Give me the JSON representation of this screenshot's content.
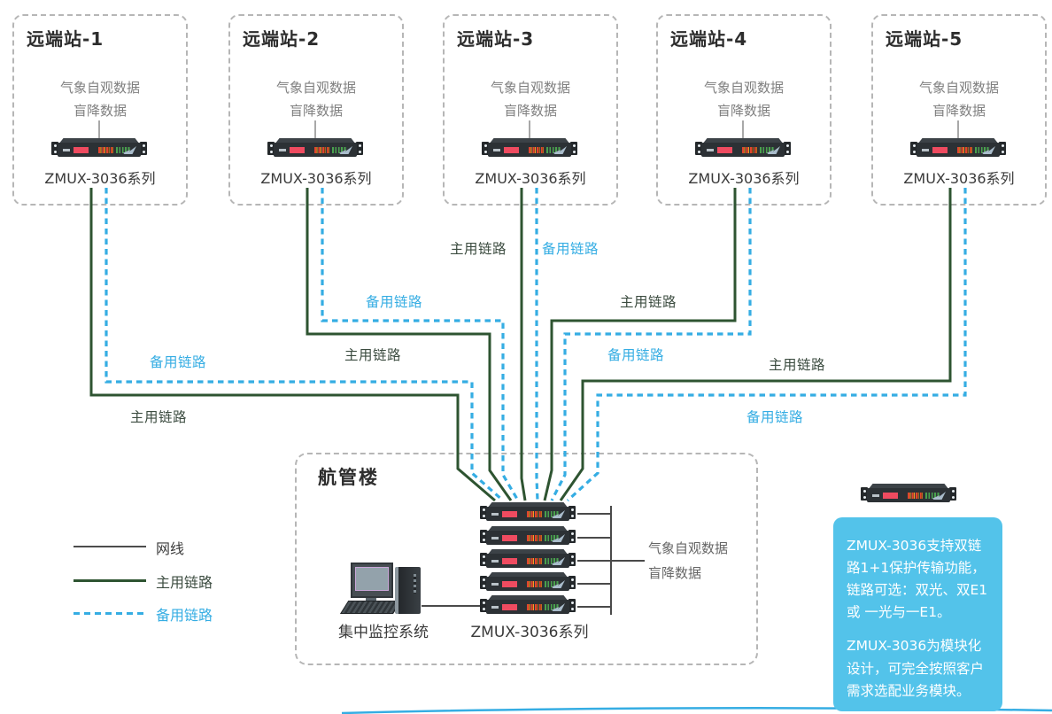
{
  "stations": [
    {
      "title": "远端站-1",
      "data_line1": "气象自观数据",
      "data_line2": "盲降数据",
      "device_label": "ZMUX-3036系列"
    },
    {
      "title": "远端站-2",
      "data_line1": "气象自观数据",
      "data_line2": "盲降数据",
      "device_label": "ZMUX-3036系列"
    },
    {
      "title": "远端站-3",
      "data_line1": "气象自观数据",
      "data_line2": "盲降数据",
      "device_label": "ZMUX-3036系列"
    },
    {
      "title": "远端站-4",
      "data_line1": "气象自观数据",
      "data_line2": "盲降数据",
      "device_label": "ZMUX-3036系列"
    },
    {
      "title": "远端站-5",
      "data_line1": "气象自观数据",
      "data_line2": "盲降数据",
      "device_label": "ZMUX-3036系列"
    }
  ],
  "link_labels": [
    {
      "text": "主用链路",
      "kind": "main"
    },
    {
      "text": "备用链路",
      "kind": "backup"
    },
    {
      "text": "备用链路",
      "kind": "backup"
    },
    {
      "text": "主用链路",
      "kind": "main"
    },
    {
      "text": "主用链路",
      "kind": "main"
    },
    {
      "text": "备用链路",
      "kind": "backup"
    },
    {
      "text": "备用链路",
      "kind": "backup"
    },
    {
      "text": "主用链路",
      "kind": "main"
    },
    {
      "text": "主用链路",
      "kind": "main"
    },
    {
      "text": "备用链路",
      "kind": "backup"
    }
  ],
  "building": {
    "title": "航管楼",
    "device_label": "ZMUX-3036系列",
    "monitor_label": "集中监控系统",
    "output_line1": "气象自观数据",
    "output_line2": "盲降数据"
  },
  "legend": [
    {
      "label": "网线",
      "kind": "wire"
    },
    {
      "label": "主用链路",
      "kind": "main"
    },
    {
      "label": "备用链路",
      "kind": "backup"
    }
  ],
  "info_panel": {
    "para1": "ZMUX-3036支持双链路1+1保护传输功能，链路可选：双光、双E1 或 一光与一E1。",
    "para2": "ZMUX-3036为模块化设计，可完全按照客户需求选配业务模块。"
  },
  "colors": {
    "main_link": "#2e5431",
    "backup_link": "#35ade3",
    "wire": "#4d4d4d",
    "panel_bg": "#53c3ea",
    "box_border": "#b6b6b6"
  }
}
